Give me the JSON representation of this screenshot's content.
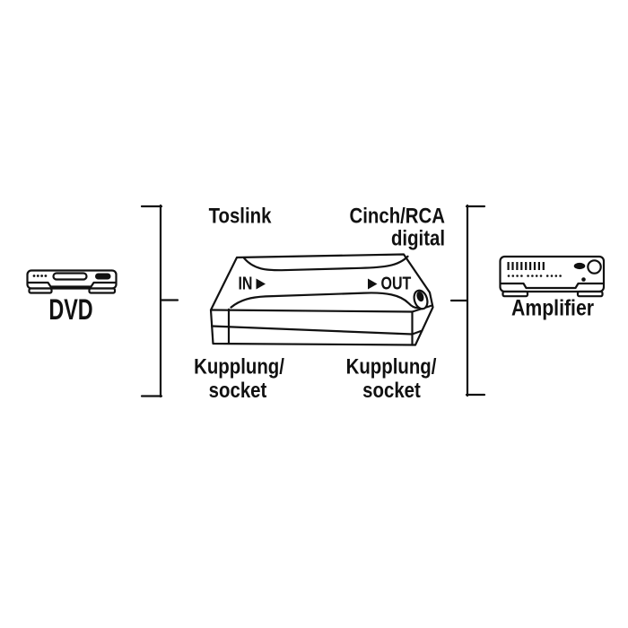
{
  "diagram": {
    "background_color": "#ffffff",
    "line_color": "#111111",
    "left_device": {
      "label": "DVD",
      "icon": "dvd-player-icon"
    },
    "right_device": {
      "label": "Amplifier",
      "icon": "amplifier-icon"
    },
    "converter": {
      "icon": "converter-box-icon",
      "in_label": "IN",
      "out_label": "OUT",
      "arrow_glyph": "▶",
      "input_connector_label": "Toslink",
      "output_connector_line1": "Cinch/RCA",
      "output_connector_line2": "digital",
      "left_socket_line1": "Kupplung/",
      "left_socket_line2": "socket",
      "right_socket_line1": "Kupplung/",
      "right_socket_line2": "socket"
    }
  }
}
